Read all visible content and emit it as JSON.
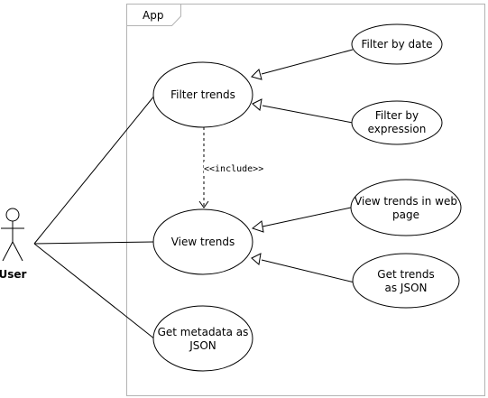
{
  "package": {
    "name": "App"
  },
  "actor": {
    "name": "User"
  },
  "use_cases": {
    "filter_trends": "Filter trends",
    "filter_by_date": "Filter by date",
    "filter_by_expression": [
      "Filter by",
      "expression"
    ],
    "view_trends": "View trends",
    "view_trends_web": [
      "View trends in web",
      "page"
    ],
    "get_trends_json": [
      "Get trends",
      "as JSON"
    ],
    "get_metadata_json": [
      "Get metadata as",
      "JSON"
    ]
  },
  "relations": {
    "include_label": "<<include>>"
  },
  "colors": {
    "stroke": "#000000",
    "package_border": "#b3b3b3",
    "fill": "#ffffff"
  }
}
